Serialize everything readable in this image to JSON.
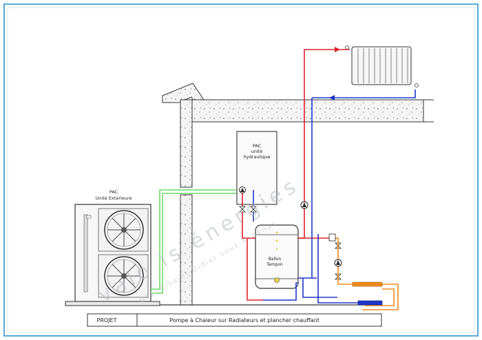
{
  "outdoor_unit": {
    "title": "PAC",
    "subtitle": "Unité Exterieure"
  },
  "indoor_unit": {
    "title": "PAC",
    "line2": "unité",
    "line3": "hydraulique"
  },
  "buffer_tank": {
    "line1": "Ballon",
    "line2": "Tampon"
  },
  "footer": {
    "label": "PROJET",
    "description": "Pompe à Chaleur sur Radiateurs et plancher chauffant"
  },
  "watermark": {
    "main": "valo is énergies",
    "sub": "03130 Saint Didier sous Aubenas"
  },
  "colors": {
    "supply": "#e0202a",
    "return": "#1f35c8",
    "refrigerant": "#7ee07a",
    "floor": "#f08a1c",
    "frame": "#5ba8d8"
  }
}
